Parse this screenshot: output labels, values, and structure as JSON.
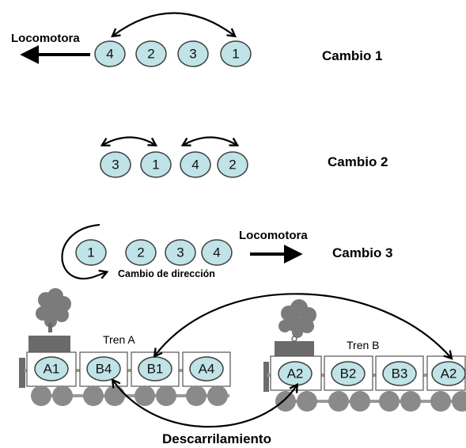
{
  "row1": {
    "locomotive_label": "Locomotora",
    "nodes": [
      "4",
      "2",
      "3",
      "1"
    ],
    "step_label": "Cambio 1"
  },
  "row2": {
    "nodes": [
      "3",
      "1",
      "4",
      "2"
    ],
    "step_label": "Cambio 2"
  },
  "row3": {
    "nodes": [
      "1",
      "2",
      "3",
      "4"
    ],
    "locomotive_label": "Locomotora",
    "direction_label": "Cambio de dirección",
    "step_label": "Cambio 3"
  },
  "train_a": {
    "label": "Tren A",
    "cars": [
      "A1",
      "B4",
      "B1",
      "A4"
    ]
  },
  "train_b": {
    "label": "Tren B",
    "cars": [
      "A2",
      "B2",
      "B3",
      "A2"
    ]
  },
  "derailment_label": "Descarrilamiento",
  "colors": {
    "node_fill": "#bfe3e6",
    "locomotive": "#6b6b6b",
    "wheel": "#8a8a8a"
  }
}
